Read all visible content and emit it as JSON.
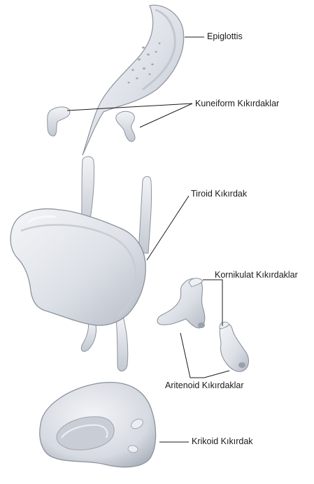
{
  "labels": {
    "epiglottis": "Epiglottis",
    "kuneiform": "Kuneiform Kıkırdaklar",
    "tiroid": "Tiroid Kıkırdak",
    "kornikulat": "Kornikulat Kıkırdaklar",
    "aritenoid": "Aritenoid Kıkırdaklar",
    "krikoid": "Krikoid Kıkırdak"
  },
  "colors": {
    "background": "#ffffff",
    "cartilage_fill": "#e4e7ec",
    "cartilage_shade": "#b9bfc8",
    "cartilage_highlight": "#f7f8fa",
    "outline": "#8c939e",
    "leader_line": "#1a1a1a",
    "text": "#1a1a1a"
  }
}
